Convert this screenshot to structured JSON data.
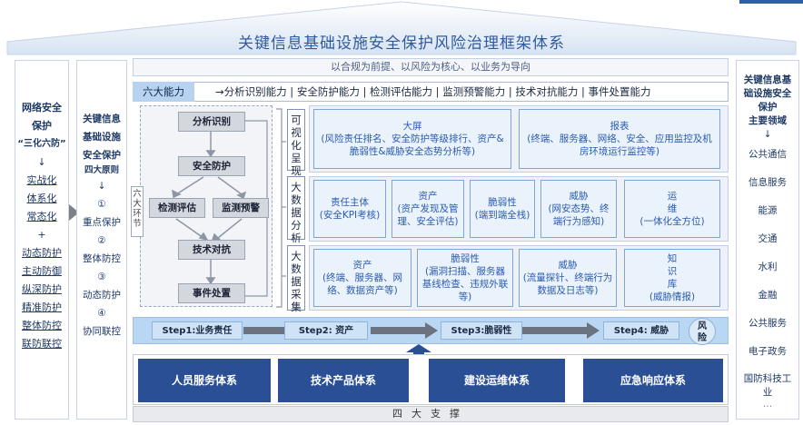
{
  "title": "关键信息基础设施安全保护风险治理框架体系",
  "left_col1": {
    "heading_lines": [
      "网络安全",
      "保护",
      "“三化六防”"
    ],
    "arrow1": "↓",
    "items_a": [
      "实战化",
      "体系化",
      "常态化"
    ],
    "plus": "+",
    "items_b": [
      "动态防护",
      "主动防御",
      "纵深防护",
      "精准防护",
      "整体防控",
      "联防联控"
    ]
  },
  "left_col2": {
    "heading_lines": [
      "关键信息",
      "基础设施",
      "安全保护",
      "四大原则"
    ],
    "arrow1": "↓",
    "items": [
      "①",
      "重点保护",
      "②",
      "整体防控",
      "③",
      "动态防护",
      "④",
      "协同联控"
    ]
  },
  "right_col": {
    "heading_lines": [
      "关键信息基",
      "础设施安全",
      "保护",
      "主要领域"
    ],
    "arrow1": "↓",
    "items": [
      "公共通信",
      "信息服务",
      "能源",
      "交通",
      "水利",
      "金融",
      "公共服务",
      "电子政务",
      "国防科技工",
      "业",
      "…"
    ]
  },
  "banner": "以合规为前提、以风险为核心、以业务为导向",
  "abilities": {
    "tag": "六大能力",
    "text": "→分析识别能力 | 安全防护能力 | 检测评估能力 | 监测预警能力 | 技术对抗能力 | 事件处置能力"
  },
  "flow": {
    "side_label": "六大环节",
    "items": [
      "分析识别",
      "安全防护",
      "检测评估",
      "监测预警",
      "技术对抗",
      "事件处置"
    ]
  },
  "row1": {
    "label": "可视化呈现",
    "cells": [
      {
        "title": "大屏",
        "body": "(风险责任排名、安全防护等级排行、资产&脆弱性&威胁安全态势分析等)"
      },
      {
        "title": "报表",
        "body": "(终端、服务器、网络、安全、应用监控及机房环境运行监控等)"
      }
    ]
  },
  "row2": {
    "label": "大数据分析",
    "cells": [
      {
        "title": "责任主体",
        "body": "(安全KPI考核)"
      },
      {
        "title": "资产",
        "body": "(资产发现及管理、安全评估)"
      },
      {
        "title": "脆弱性",
        "body": "(端到端全栈)"
      },
      {
        "title": "威胁",
        "body": "(网安态势、终端行为感知)"
      },
      {
        "title": "运维",
        "body": "(一体化全方位)"
      }
    ]
  },
  "row3": {
    "label": "大数据采集",
    "cells": [
      {
        "title": "资产",
        "body": "(终端、服务器、网络、数据资产等)"
      },
      {
        "title": "脆弱性",
        "body": "(漏洞扫描、服务器基线检查、违规外联等)"
      },
      {
        "title": "威胁",
        "body": "(流量探针、终端行为数据及日志等)"
      },
      {
        "title": "知识库",
        "body": "(威胁情报)"
      }
    ]
  },
  "steps": [
    "Step1:业务责任",
    "Step2: 资产",
    "Step3:脆弱性",
    "Step4: 威胁"
  ],
  "risk": "风险",
  "pillars": [
    "人员服务体系",
    "技术产品体系",
    "建设运维体系",
    "应急响应体系"
  ],
  "support": "四大支撑"
}
